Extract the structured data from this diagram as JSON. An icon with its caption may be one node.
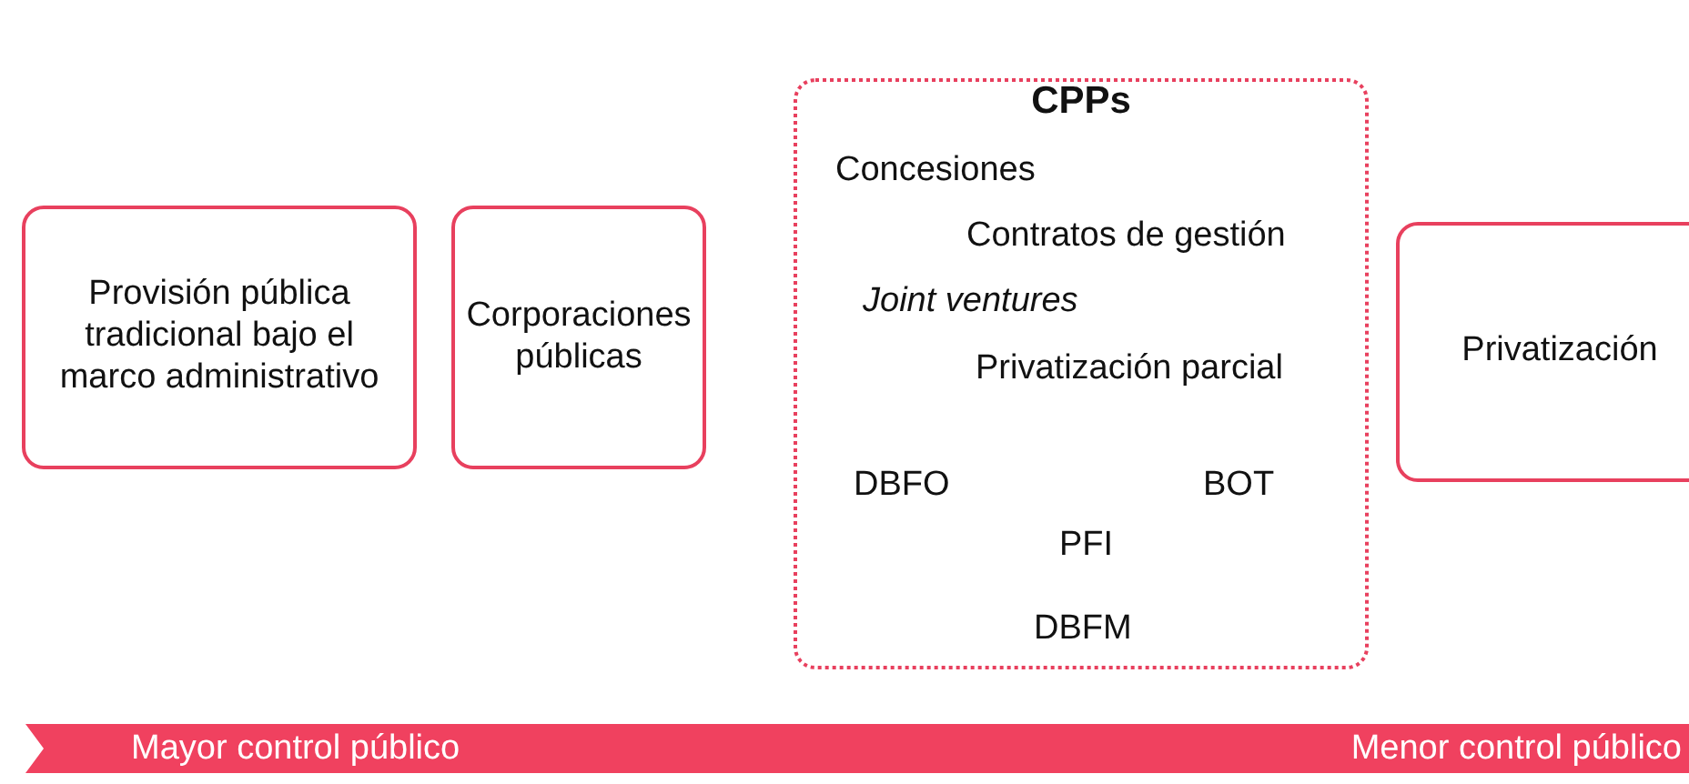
{
  "diagram": {
    "nodes": [
      {
        "text": [
          "Provisión pública tradicional bajo el marco administrativo"
        ]
      },
      {
        "text": [
          "Corporaciones públicas"
        ]
      },
      {
        "text": [
          "CPPs",
          "Concesiones",
          "Contratos de gestión",
          "Joint ventures",
          "Privatización parcial",
          "DBFO",
          "BOT",
          "PFI",
          "DBFM"
        ]
      },
      {
        "text": [
          "Privatización"
        ]
      },
      {
        "text": [
          "Mayor control público",
          "Menor control público"
        ]
      }
    ]
  }
}
